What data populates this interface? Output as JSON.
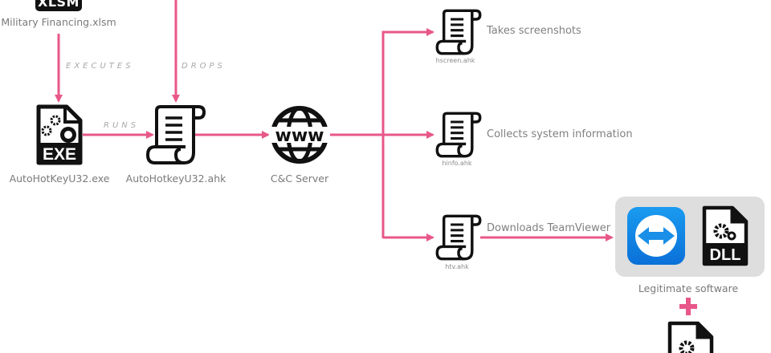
{
  "diagram": {
    "colors": {
      "arrow": "#e8578a",
      "icon": "#111111",
      "label": "#7a7a7a",
      "legit_box": "#dedede",
      "teamviewer": "#1a8fe8"
    },
    "nodes": {
      "xlsm": {
        "badge": "XLSM",
        "label": "Military Financing.xlsm",
        "icon": "xlsm-file-icon"
      },
      "exe": {
        "badge": "EXE",
        "label": "AutoHotKeyU32.exe",
        "icon": "exe-file-icon"
      },
      "ahk": {
        "label": "AutoHotkeyU32.ahk",
        "icon": "script-scroll-icon"
      },
      "cc": {
        "label": "C&C Server",
        "icon": "www-globe-icon"
      },
      "hscreen": {
        "label": "hscreen.ahk",
        "desc": "Takes screenshots",
        "icon": "script-scroll-icon"
      },
      "hinfo": {
        "label": "hinfo.ahk",
        "desc": "Collects system information",
        "icon": "script-scroll-icon"
      },
      "htv": {
        "label": "htv.ahk",
        "desc": "Downloads TeamViewer",
        "icon": "script-scroll-icon"
      },
      "legit": {
        "label": "Legitimate software",
        "dll_badge": "DLL",
        "icons": [
          "teamviewer-icon",
          "dll-file-icon"
        ]
      },
      "plus": {
        "symbol": "+"
      }
    },
    "edges": {
      "executes": "EXECUTES",
      "drops": "DROPS",
      "runs": "RUNS"
    }
  }
}
